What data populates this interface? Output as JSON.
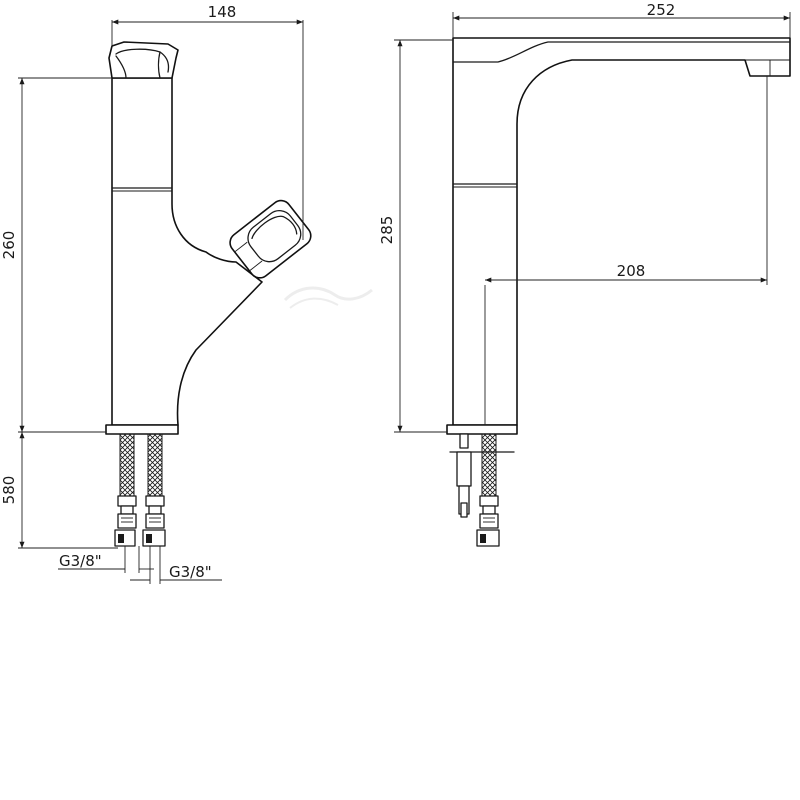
{
  "front_view": {
    "dim_width": "148",
    "dim_height": "260",
    "dim_hose": "580",
    "thread_left": "G3/8\"",
    "thread_right": "G3/8\""
  },
  "side_view": {
    "dim_spout_length": "252",
    "dim_height": "285",
    "dim_reach": "208"
  }
}
